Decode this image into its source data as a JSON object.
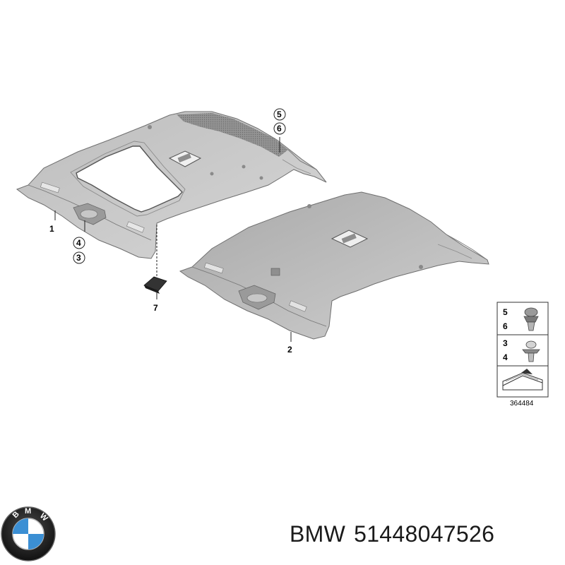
{
  "diagram": {
    "callouts": {
      "part1": "1",
      "part2": "2",
      "part3": "3",
      "part4": "4",
      "part5": "5",
      "part6": "6",
      "part7": "7"
    },
    "legend": {
      "row1_top": "5",
      "row1_bottom": "6",
      "row2_top": "3",
      "row2_bottom": "4"
    },
    "diagram_code": "364484"
  },
  "caption": {
    "brand": "BMW",
    "part_number": "51448047526"
  },
  "colors": {
    "headliner_fill": "#c9c9c9",
    "headliner_dark": "#9a9a9a",
    "outline": "#6f6f6f",
    "logo_blue": "#3b8fd4"
  }
}
